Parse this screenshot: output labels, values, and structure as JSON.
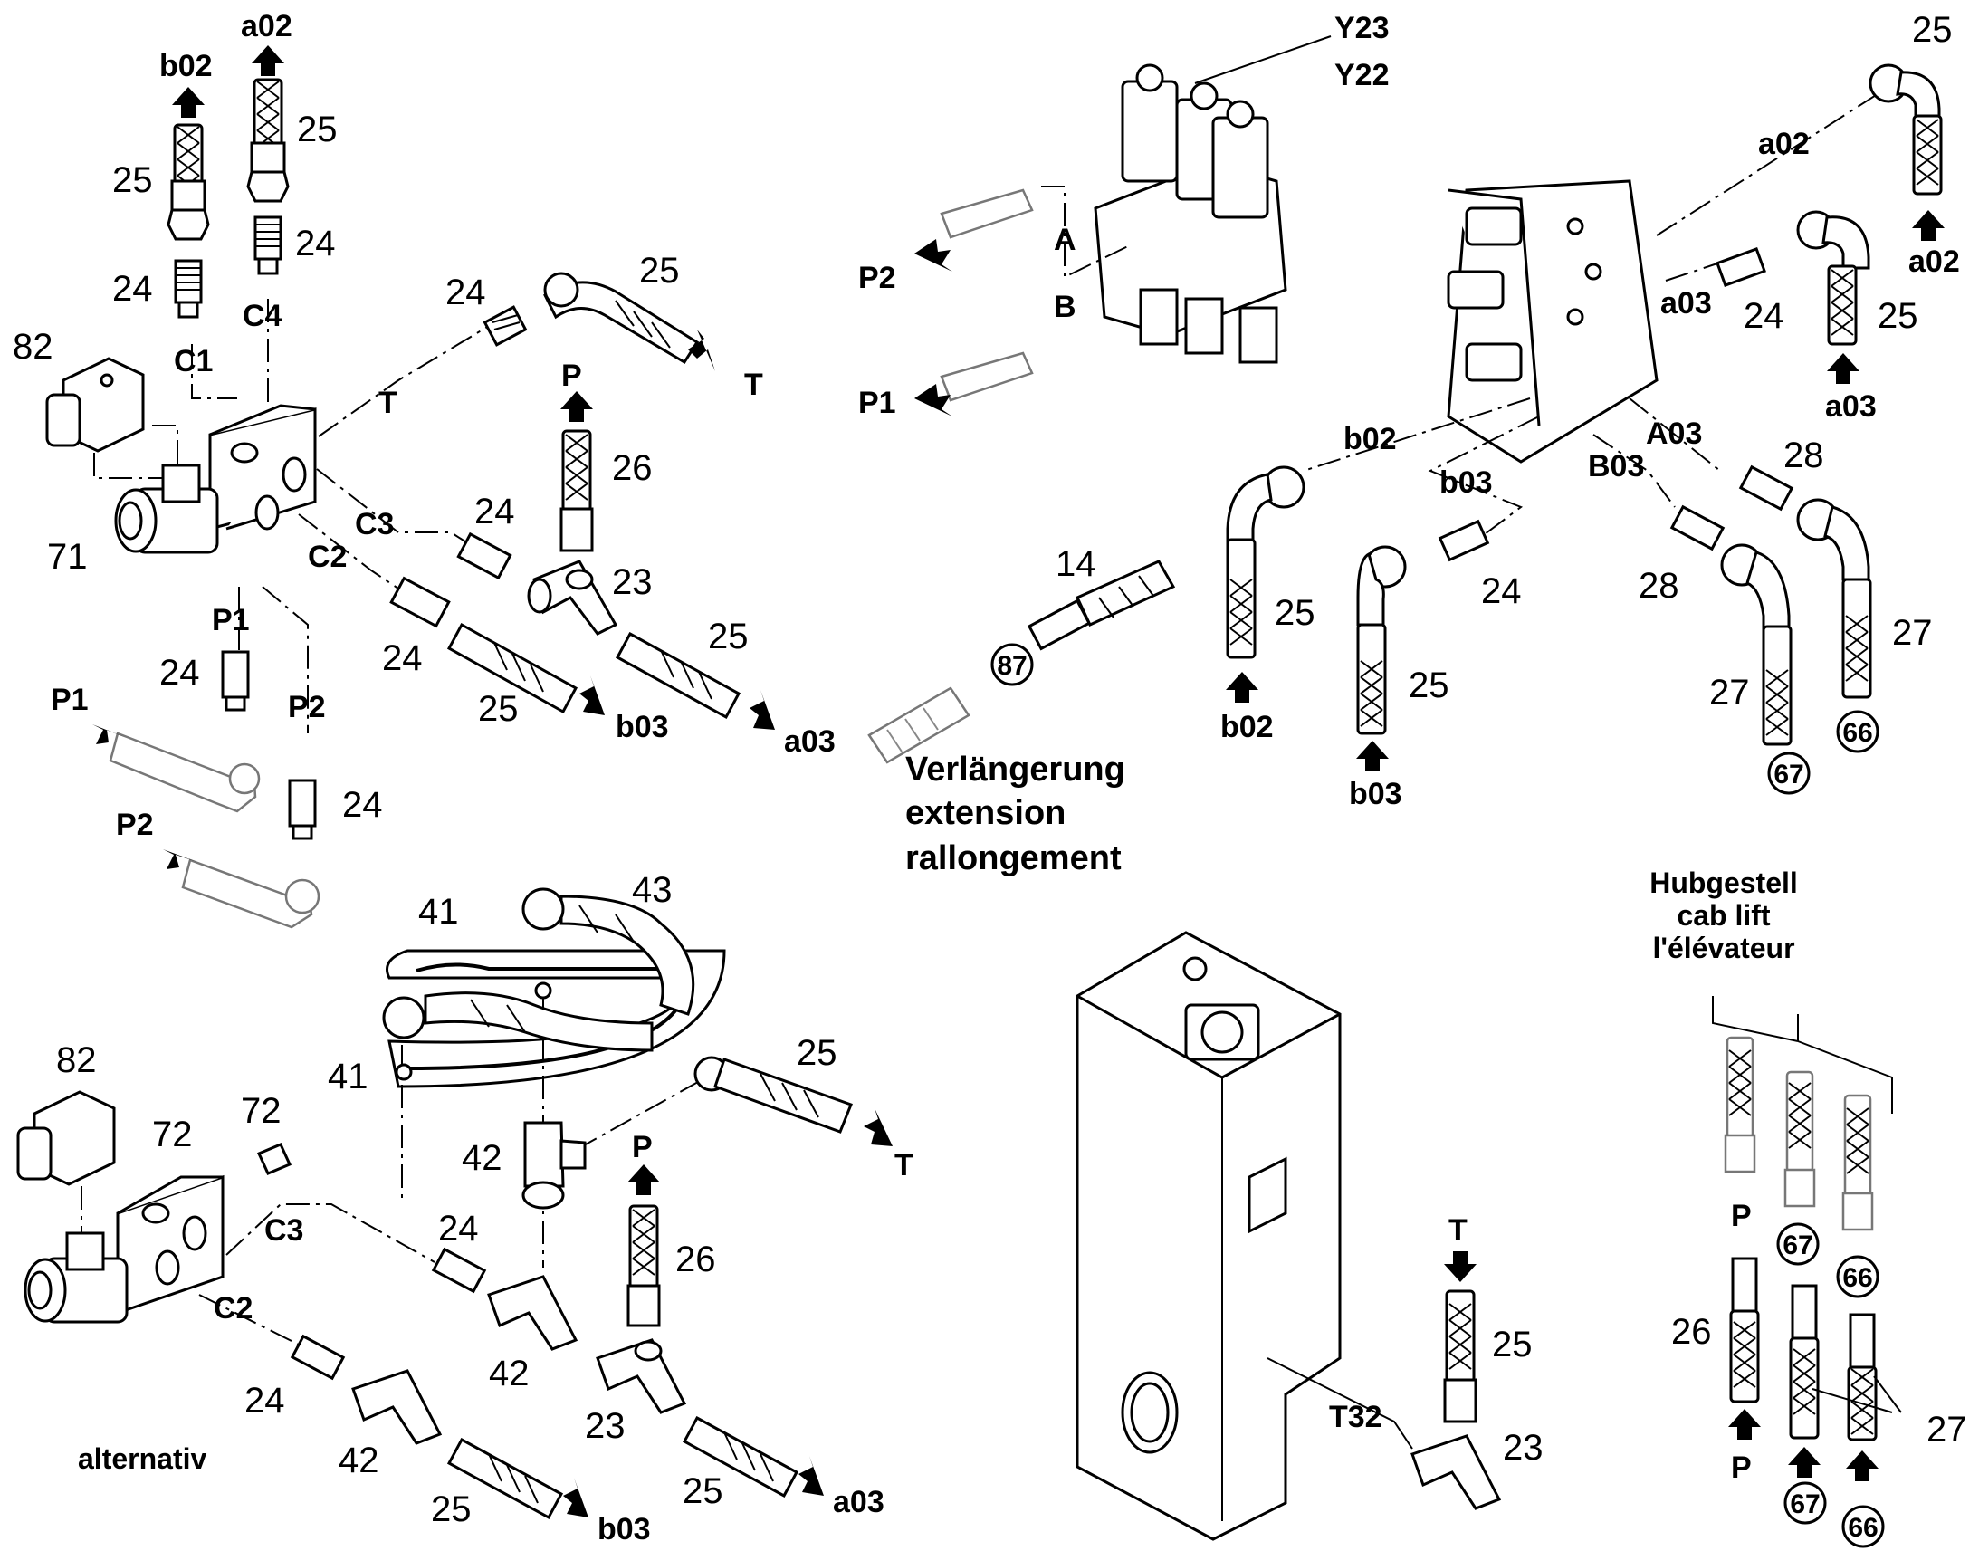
{
  "labels": {
    "b02": "b02",
    "a02": "a02",
    "b03": "b03",
    "a03": "a03",
    "C1": "C1",
    "C2": "C2",
    "C3": "C3",
    "C4": "C4",
    "P": "P",
    "P1": "P1",
    "P2": "P2",
    "T": "T",
    "A": "A",
    "B": "B",
    "A03": "A03",
    "B03": "B03",
    "Y22": "Y22",
    "Y23": "Y23",
    "T32": "T32"
  },
  "numbers": {
    "n14": "14",
    "n23": "23",
    "n24": "24",
    "n25": "25",
    "n26": "26",
    "n27": "27",
    "n28": "28",
    "n41": "41",
    "n42": "42",
    "n43": "43",
    "n71": "71",
    "n72": "72",
    "n82": "82"
  },
  "circled": {
    "c66": "66",
    "c67": "67",
    "c87": "87"
  },
  "captions": {
    "extension_de": "Verlängerung",
    "extension_en": "extension",
    "extension_fr": "rallongement",
    "lift_de": "Hubgestell",
    "lift_en": "cab lift",
    "lift_fr": "l'élévateur",
    "alternative": "alternativ"
  }
}
